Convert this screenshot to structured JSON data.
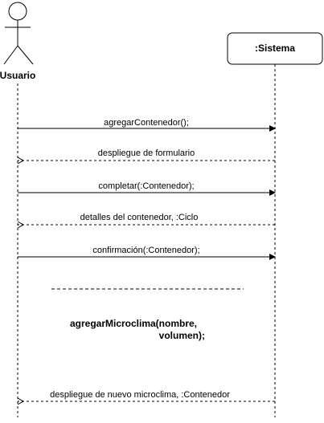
{
  "actor": {
    "name": "Usuario"
  },
  "system": {
    "name": ":Sistema"
  },
  "messages": [
    {
      "label": "agregarContenedor();",
      "kind": "call"
    },
    {
      "label": "despliegue de formulario",
      "kind": "return"
    },
    {
      "label": "completar(:Contenedor);",
      "kind": "call"
    },
    {
      "label": "detalles del contenedor, :Ciclo",
      "kind": "return"
    },
    {
      "label": "confirmación(:Contenedor);",
      "kind": "call"
    },
    {
      "label": "despliegue de nuevo microclima, :Contenedor",
      "kind": "return"
    }
  ],
  "note": {
    "line1": "agregarMicroclima(nombre,",
    "line2": "volumen);"
  }
}
